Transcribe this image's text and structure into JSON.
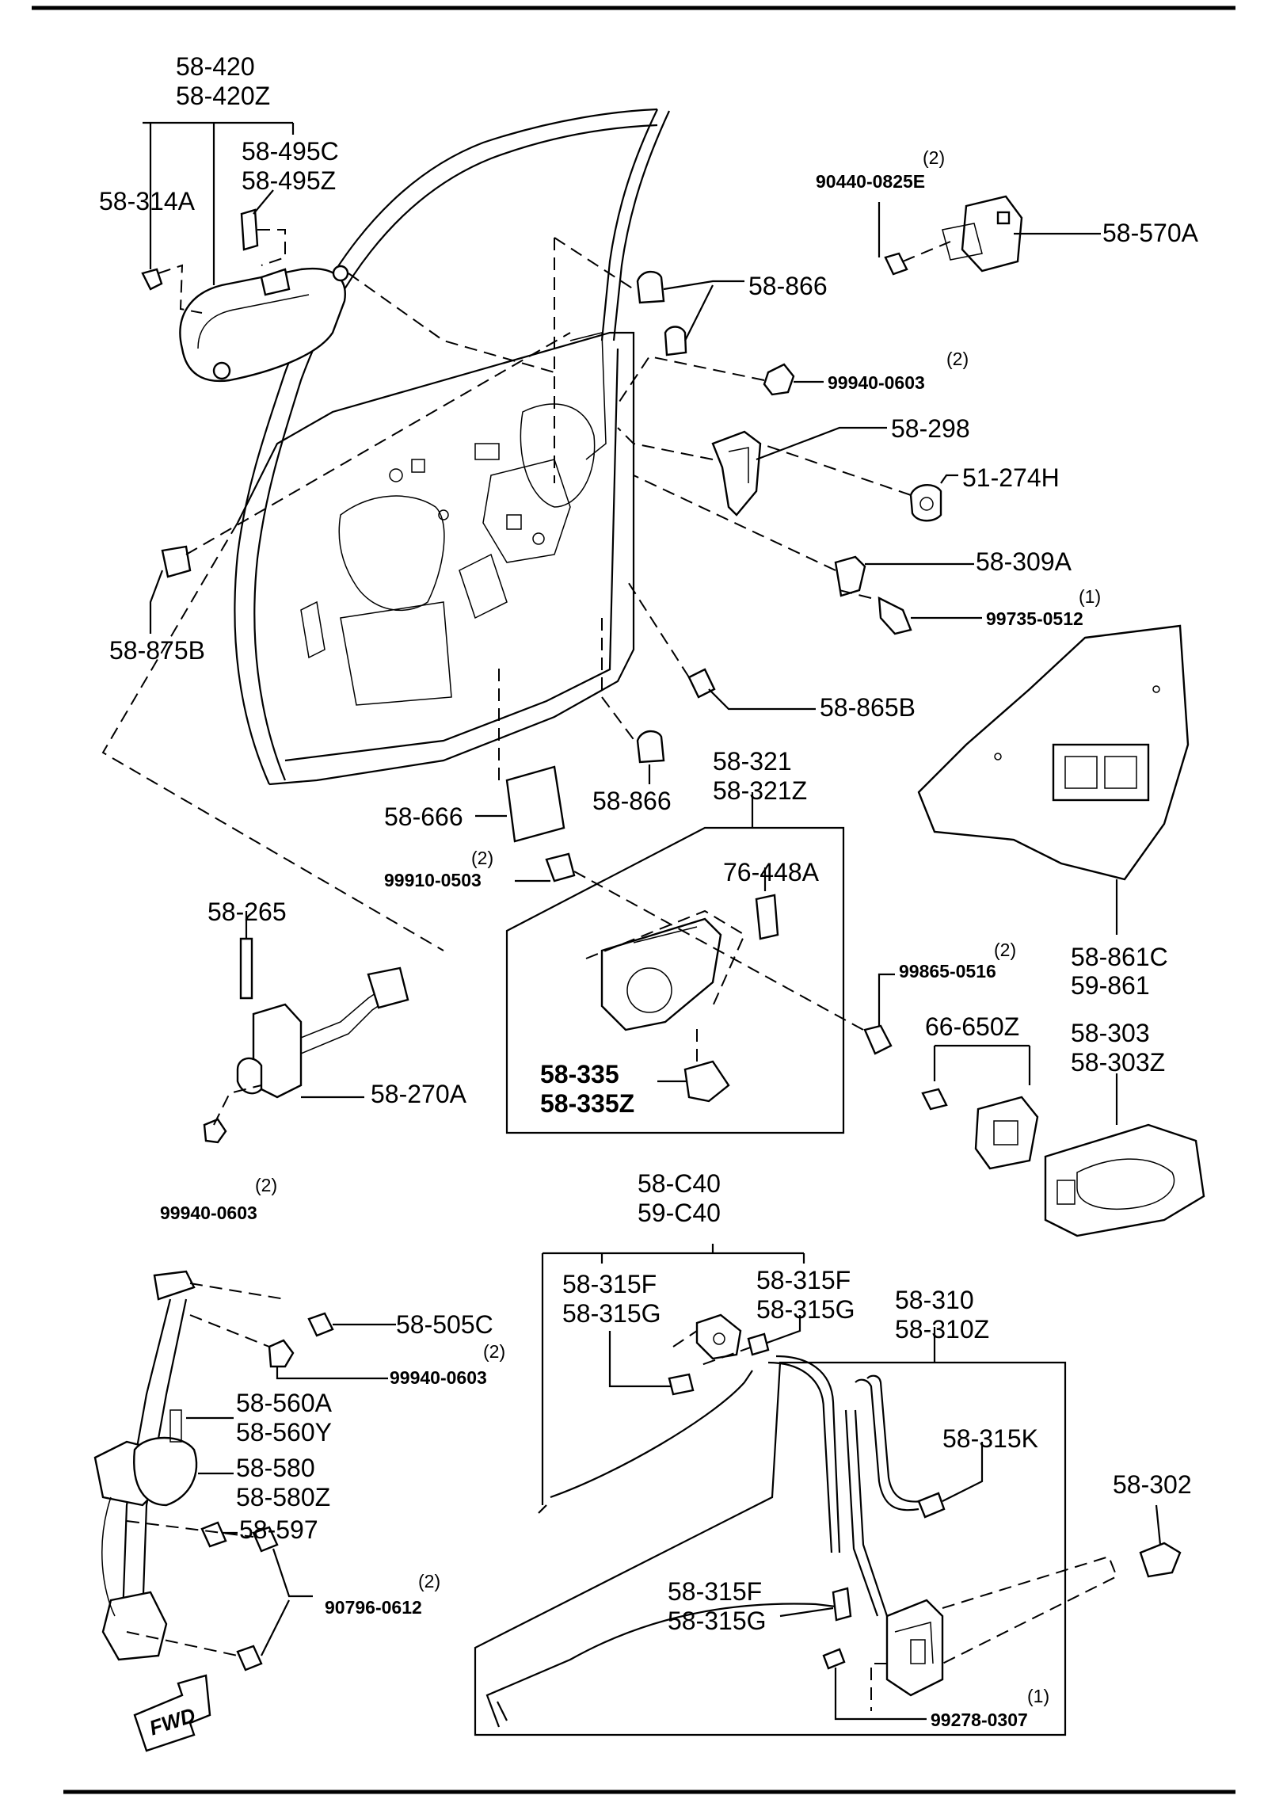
{
  "diagram": {
    "labels": {
      "l_58_420": "58-420",
      "l_58_420Z": "58-420Z",
      "l_58_495C": "58-495C",
      "l_58_495Z": "58-495Z",
      "l_58_314A": "58-314A",
      "l_q_90440": "(2)",
      "l_90440": "90440-0825E",
      "l_58_570A": "58-570A",
      "l_58_866a": "58-866",
      "l_q_99940a": "(2)",
      "l_99940a": "99940-0603",
      "l_58_298": "58-298",
      "l_51_274H": "51-274H",
      "l_58_309A": "58-309A",
      "l_q_99735": "(1)",
      "l_99735": "99735-0512",
      "l_58_875B": "58-875B",
      "l_58_865B": "58-865B",
      "l_58_666": "58-666",
      "l_58_866b": "58-866",
      "l_58_321": "58-321",
      "l_58_321Z": "58-321Z",
      "l_q_99910": "(2)",
      "l_99910": "99910-0503",
      "l_76_448A": "76-448A",
      "l_q_99865": "(2)",
      "l_99865": "99865-0516",
      "l_58_861C": "58-861C",
      "l_59_861": "59-861",
      "l_58_265": "58-265",
      "l_58_270A": "58-270A",
      "l_q_99940b": "(2)",
      "l_99940b": "99940-0603",
      "l_58_335": "58-335",
      "l_58_335Z": "58-335Z",
      "l_66_650Z": "66-650Z",
      "l_58_303": "58-303",
      "l_58_303Z": "58-303Z",
      "l_58_C40": "58-C40",
      "l_59_C40": "59-C40",
      "l_58_315F_a": "58-315F",
      "l_58_315G_a": "58-315G",
      "l_58_315F_b": "58-315F",
      "l_58_315G_b": "58-315G",
      "l_58_310": "58-310",
      "l_58_310Z": "58-310Z",
      "l_58_505C": "58-505C",
      "l_q_99940c": "(2)",
      "l_99940c": "99940-0603",
      "l_58_560A": "58-560A",
      "l_58_560Y": "58-560Y",
      "l_58_580": "58-580",
      "l_58_580Z": "58-580Z",
      "l_58_597": "58-597",
      "l_q_90796": "(2)",
      "l_90796": "90796-0612",
      "l_58_315K": "58-315K",
      "l_58_302": "58-302",
      "l_58_315F_c": "58-315F",
      "l_58_315G_c": "58-315G",
      "l_q_99278": "(1)",
      "l_99278": "99278-0307",
      "fwd": "FWD"
    }
  }
}
